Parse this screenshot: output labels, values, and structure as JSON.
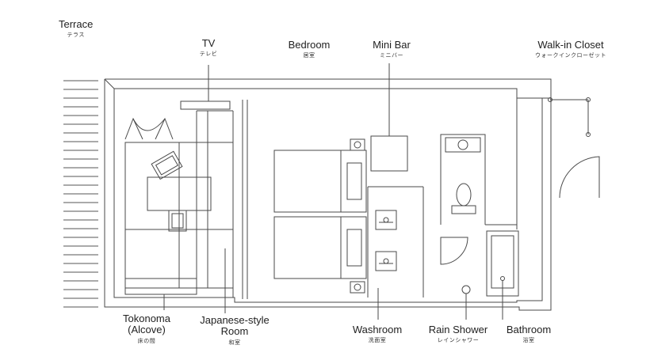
{
  "labels": {
    "terrace": {
      "en": "Terrace",
      "jp": "テラス"
    },
    "tv": {
      "en": "TV",
      "jp": "テレビ"
    },
    "bedroom": {
      "en": "Bedroom",
      "jp": "居室"
    },
    "minibar": {
      "en": "Mini Bar",
      "jp": "ミニバー"
    },
    "closet": {
      "en": "Walk-in Closet",
      "jp": "ウォークインクローゼット"
    },
    "tokonoma": {
      "en1": "Tokonoma",
      "en2": "(Alcove)",
      "jp": "床の間"
    },
    "japanese_room": {
      "en1": "Japanese-style",
      "en2": "Room",
      "jp": "和室"
    },
    "washroom": {
      "en": "Washroom",
      "jp": "洗面室"
    },
    "rain_shower": {
      "en": "Rain Shower",
      "jp": "レインシャワー"
    },
    "bathroom": {
      "en": "Bathroom",
      "jp": "浴室"
    }
  },
  "colors": {
    "line": "#4a4a4a",
    "text": "#222222"
  }
}
